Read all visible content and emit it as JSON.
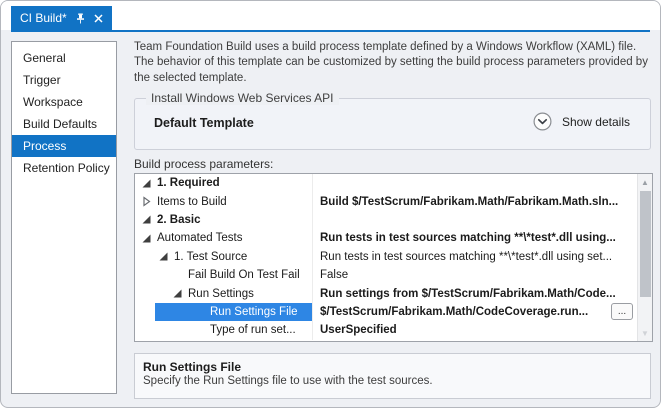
{
  "colors": {
    "accent_blue": "#1173c5",
    "selection_blue": "#2e86e4"
  },
  "tab": {
    "title": "CI Build*"
  },
  "sidebar": {
    "items": [
      "General",
      "Trigger",
      "Workspace",
      "Build Defaults",
      "Process",
      "Retention Policy"
    ],
    "selected": "Process"
  },
  "main": {
    "description": "Team Foundation Build uses a build process template defined by a Windows Workflow (XAML) file. The behavior of this template can be customized by setting the build process parameters provided by the selected template.",
    "group_box": {
      "legend": "Install Windows Web Services API",
      "template_name": "Default Template",
      "show_details_label": "Show details"
    },
    "parameters_label": "Build process parameters:",
    "grid": {
      "browse_button_label": "...",
      "rows": [
        {
          "name": "1. Required",
          "value": ""
        },
        {
          "name": "Items to Build",
          "value": "Build $/TestScrum/Fabrikam.Math/Fabrikam.Math.sln..."
        },
        {
          "name": "2. Basic",
          "value": ""
        },
        {
          "name": "Automated Tests",
          "value": "Run tests in test sources matching **\\*test*.dll using..."
        },
        {
          "name": "1. Test Source",
          "value": "Run tests in test sources matching **\\*test*.dll using set..."
        },
        {
          "name": "Fail Build On Test Fail",
          "value": "False"
        },
        {
          "name": "Run Settings",
          "value": "Run settings from $/TestScrum/Fabrikam.Math/Code..."
        },
        {
          "name": "Run Settings File",
          "value": "$/TestScrum/Fabrikam.Math/CodeCoverage.run..."
        },
        {
          "name": "Type of run set...",
          "value": "UserSpecified"
        }
      ]
    },
    "help": {
      "title": "Run Settings File",
      "description": "Specify the Run Settings file to use with the test sources."
    }
  }
}
